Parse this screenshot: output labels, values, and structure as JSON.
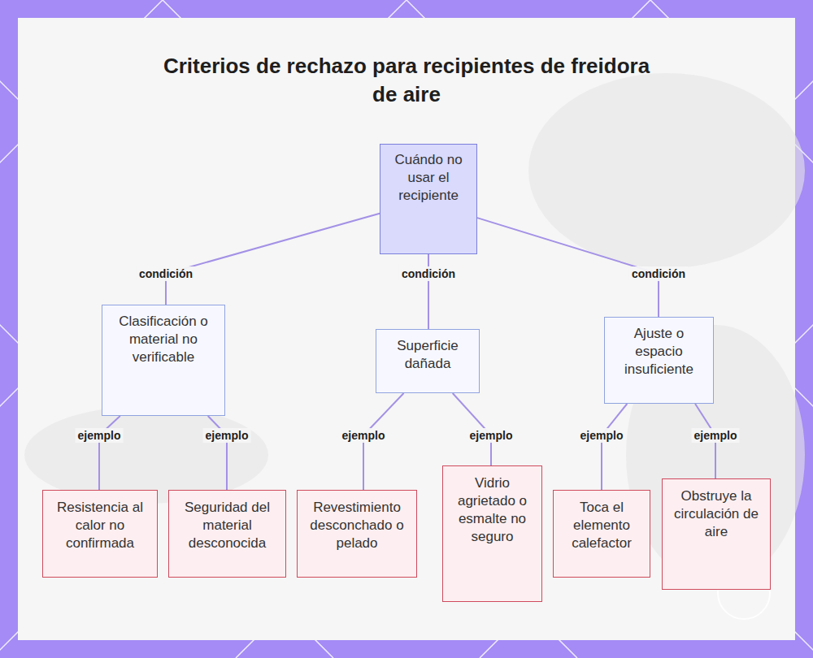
{
  "diagram": {
    "title": "Criterios de rechazo para recipientes de freidora de aire",
    "nodes": [
      {
        "text": [
          "Cuándo no usar el recipiente"
        ]
      },
      {
        "text": [
          "Clasificación o material no verificable"
        ]
      },
      {
        "text": [
          "Superficie dañada"
        ]
      },
      {
        "text": [
          "Ajuste o espacio insuficiente"
        ]
      },
      {
        "text": [
          "Resistencia al calor no confirmada"
        ]
      },
      {
        "text": [
          "Seguridad del material desconocida"
        ]
      },
      {
        "text": [
          "Revestimiento desconchado o pelado"
        ]
      },
      {
        "text": [
          "Vidrio agrietado o esmalte no seguro"
        ]
      },
      {
        "text": [
          "Toca el elemento calefactor"
        ]
      },
      {
        "text": [
          "Obstruye la circulación de aire"
        ]
      }
    ],
    "edges": [
      {
        "from": 0,
        "to": 1,
        "label": "condición",
        "arrow": "none"
      },
      {
        "from": 0,
        "to": 2,
        "label": "condición",
        "arrow": "none"
      },
      {
        "from": 0,
        "to": 3,
        "label": "condición",
        "arrow": "none"
      },
      {
        "from": 1,
        "to": 4,
        "label": "ejemplo",
        "arrow": "none"
      },
      {
        "from": 1,
        "to": 5,
        "label": "ejemplo",
        "arrow": "none"
      },
      {
        "from": 2,
        "to": 6,
        "label": "ejemplo",
        "arrow": "none"
      },
      {
        "from": 2,
        "to": 7,
        "label": "ejemplo",
        "arrow": "none"
      },
      {
        "from": 3,
        "to": 8,
        "label": "ejemplo",
        "arrow": "none"
      },
      {
        "from": 3,
        "to": 9,
        "label": "ejemplo",
        "arrow": "none"
      }
    ]
  }
}
